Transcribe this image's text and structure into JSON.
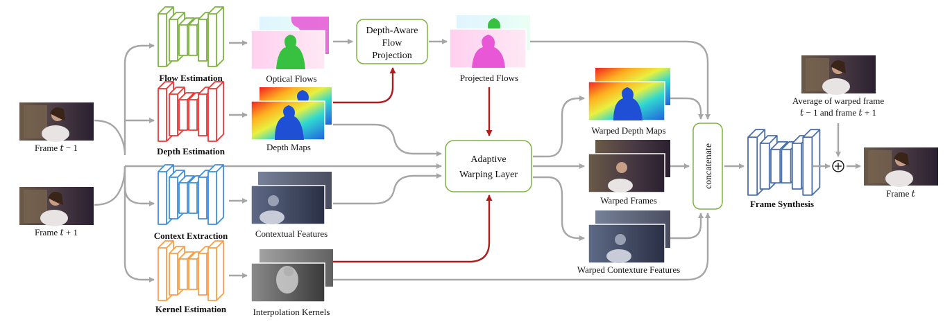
{
  "inputs": {
    "frame_prev": "Frame 𝑡 − 1",
    "frame_next": "Frame 𝑡 + 1"
  },
  "modules": {
    "flow": "Flow Estimation",
    "depth": "Depth Estimation",
    "context": "Context Extraction",
    "kernel": "Kernel Estimation",
    "synthesis": "Frame Synthesis"
  },
  "outputs": {
    "optical_flows": "Optical Flows",
    "depth_maps": "Depth Maps",
    "contextual_features": "Contextual Features",
    "interpolation_kernels": "Interpolation Kernels",
    "projected_flows": "Projected Flows",
    "warped_depth_maps": "Warped Depth Maps",
    "warped_frames": "Warped Frames",
    "warped_contexture_features": "Warped Contexture Features"
  },
  "boxes": {
    "projection": [
      "Depth-Aware",
      "Flow",
      "Projection"
    ],
    "warping": [
      "Adaptive",
      "Warping Layer"
    ],
    "concatenate": "concatenate"
  },
  "average": [
    "Average of warped frame",
    "𝑡 − 1 and frame 𝑡 + 1"
  ],
  "final_output": "Frame 𝑡",
  "colors": {
    "flow": "#7cb342",
    "depth": "#e53935",
    "context": "#3f8fd8",
    "kernel": "#f5a04a",
    "synthesis": "#4a6ea9",
    "arrow_gray": "#a6a6a6",
    "arrow_red": "#b01c1c",
    "box_border": "#7cb342"
  }
}
